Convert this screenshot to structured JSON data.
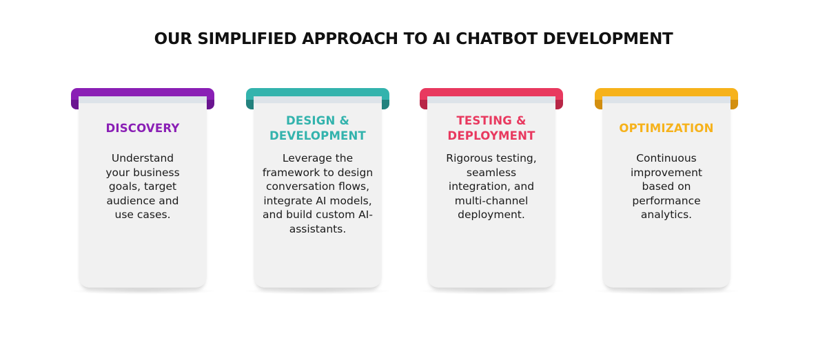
{
  "title": "OUR SIMPLIFIED APPROACH TO AI CHATBOT DEVELOPMENT",
  "steps": [
    {
      "heading": "DISCOVERY",
      "description": "Understand your business goals, target audience and use cases.",
      "color": "#8a1fb5",
      "color_dark": "#6a1590"
    },
    {
      "heading": "DESIGN & DEVELOPMENT",
      "description": "Leverage the framework to design conversation flows, integrate AI models, and build custom AI-assistants.",
      "color": "#33b3ad",
      "color_dark": "#23827e"
    },
    {
      "heading": "TESTING & DEPLOYMENT",
      "description": "Rigorous testing, seamless integration, and multi-channel deployment.",
      "color": "#e8395f",
      "color_dark": "#b82747"
    },
    {
      "heading": "OPTIMIZATION",
      "description": "Continuous improvement based on performance analytics.",
      "color": "#f6b21b",
      "color_dark": "#d38f10"
    }
  ]
}
